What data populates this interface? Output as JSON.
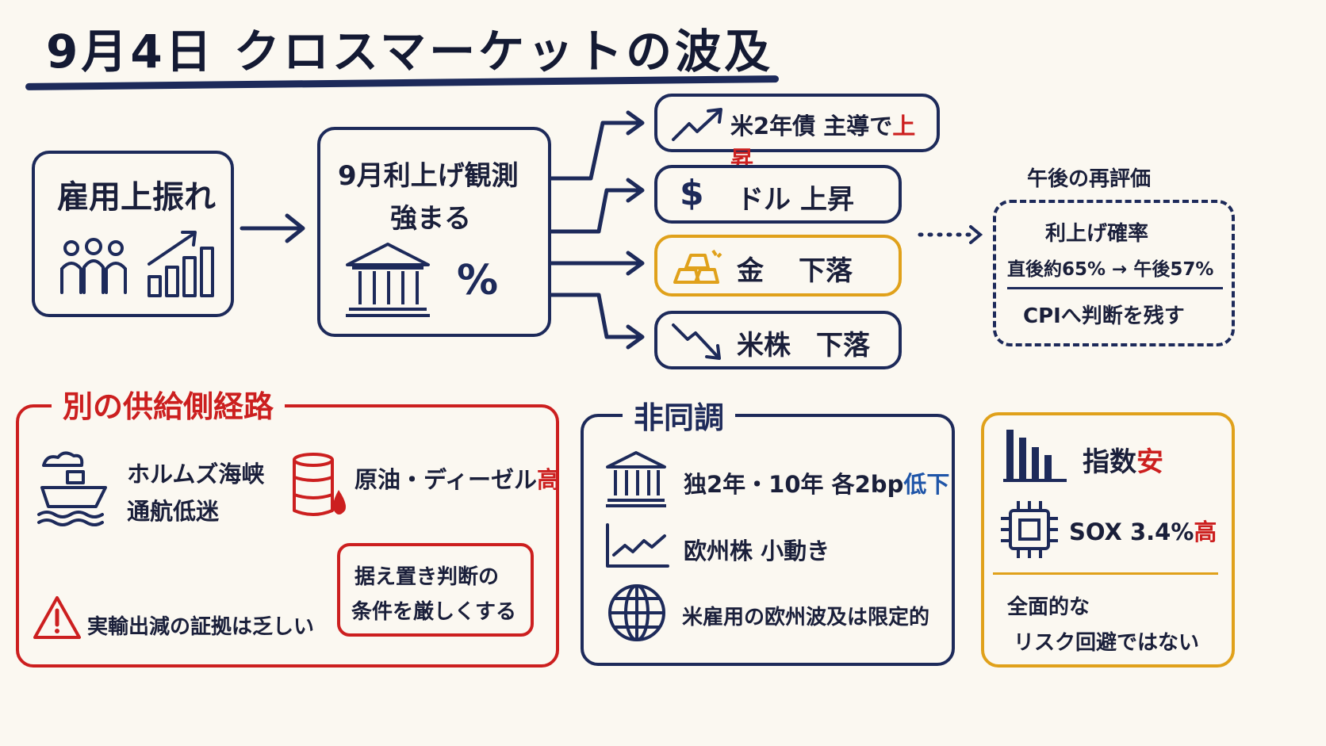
{
  "title": "9月4日  クロスマーケットの波及",
  "employment": {
    "label": "雇用上振れ"
  },
  "rate_hike": {
    "line1": "9月利上げ観測",
    "line2": "強まる",
    "percent": "%"
  },
  "outcomes": {
    "us2y": {
      "label": "米2年債 主導で",
      "move": "上昇"
    },
    "dollar": {
      "symbol": "$",
      "label": "ドル",
      "move": "上昇"
    },
    "gold": {
      "label": "金",
      "move": "下落"
    },
    "us_stocks": {
      "label": "米株",
      "move": "下落"
    }
  },
  "reassessment": {
    "heading": "午後の再評価",
    "line1": "利上げ確率",
    "line2": "直後約65% → 午後57%",
    "line3": "CPIへ判断を残す"
  },
  "supply_path": {
    "heading": "別の供給側経路",
    "hormuz_line1": "ホルムズ海峡",
    "hormuz_line2": "通航低迷",
    "oil_label": "原油・ディーゼル",
    "oil_move": "高",
    "warning": "実輸出減の証拠は乏しい",
    "condition_line1": "据え置き判断の",
    "condition_line2": "条件を厳しくする"
  },
  "desync": {
    "heading": "非同調",
    "bonds_label": "独2年・10年 各2bp",
    "bonds_move": "低下",
    "eu_stocks": "欧州株 小動き",
    "spillover": "米雇用の欧州波及は限定的"
  },
  "index_panel": {
    "index_label": "指数",
    "index_move": "安",
    "sox_label": "SOX 3.4%",
    "sox_move": "高",
    "note_line1": "全面的な",
    "note_line2": "リスク回避ではない"
  },
  "colors": {
    "navy": "#1d2a5a",
    "red": "#cc1f1f",
    "gold": "#e0a11b",
    "blue": "#1f55a8"
  }
}
